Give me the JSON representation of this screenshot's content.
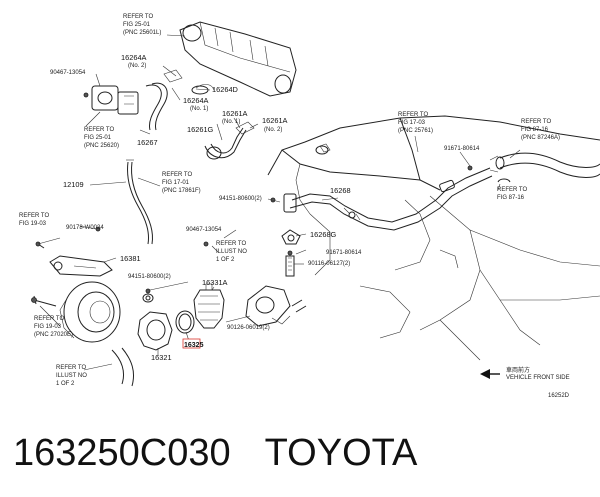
{
  "callouts": {
    "ref_fig25_top": [
      "REFER TO",
      "FIG 25-01",
      "(PNC 25601L)"
    ],
    "p16264A_a": "16264A",
    "p16264A_a_sub": "(No. 2)",
    "p90467_13054_a": "90467-13054",
    "p16264D": "16264D",
    "p16264A_b": "16264A",
    "p16264A_b_sub": "(No. 1)",
    "p16261G": "16261G",
    "p16261A_a": "16261A",
    "p16261A_a_sub": "(No. 1)",
    "p16261A_b": "16261A",
    "p16261A_b_sub": "(No. 2)",
    "ref_fig25_left": [
      "REFER TO",
      "FIG 25-01",
      "(PNC 25620)"
    ],
    "p16267": "16267",
    "ref_fig17": [
      "REFER TO",
      "FIG 17-01",
      "(PNC 17861F)"
    ],
    "p12109": "12109",
    "p94151_80600_a": "94151-80600(2)",
    "p16268": "16268",
    "ref_fig19_a": [
      "REFER TO",
      "FIG 19-03"
    ],
    "p90178_W0024": "90178-W0024",
    "p90467_13054_b": "90467-13054",
    "ref_illust_a": [
      "REFER TO",
      "ILLUST NO",
      "1 OF 2"
    ],
    "p16268G": "16268G",
    "p16381": "16381",
    "p91671_80614_a": "91671-80614",
    "p90116_06127": "90116-06127(2)",
    "p94151_80600_b": "94151-80600(2)",
    "p16331A": "16331A",
    "ref_fig19_b": [
      "REFER TO",
      "FIG 19-03",
      "(PNC 27020E)"
    ],
    "p90126_06019": "90126-06019(2)",
    "p16325": "16325",
    "p16321": "16321",
    "ref_illust_b": [
      "REFER TO",
      "ILLUST NO",
      "1 OF 2"
    ],
    "ref_fig17_03": [
      "REFER TO",
      "FIG 17-03",
      "(PNC 25761)"
    ],
    "p91671_80614_b": "91671-80614",
    "ref_fig87_a": [
      "REFER TO",
      "FIG 87-16",
      "(PNC 87246A)"
    ],
    "ref_fig87_b": [
      "REFER TO",
      "FIG 87-16"
    ],
    "front_jp": "車両前方",
    "front_en": "VEHICLE FRONT SIDE",
    "fig_id": "16252D"
  },
  "highlight_color": "#d9342b",
  "caption": {
    "part_number": "163250C030",
    "brand": "TOYOTA"
  }
}
